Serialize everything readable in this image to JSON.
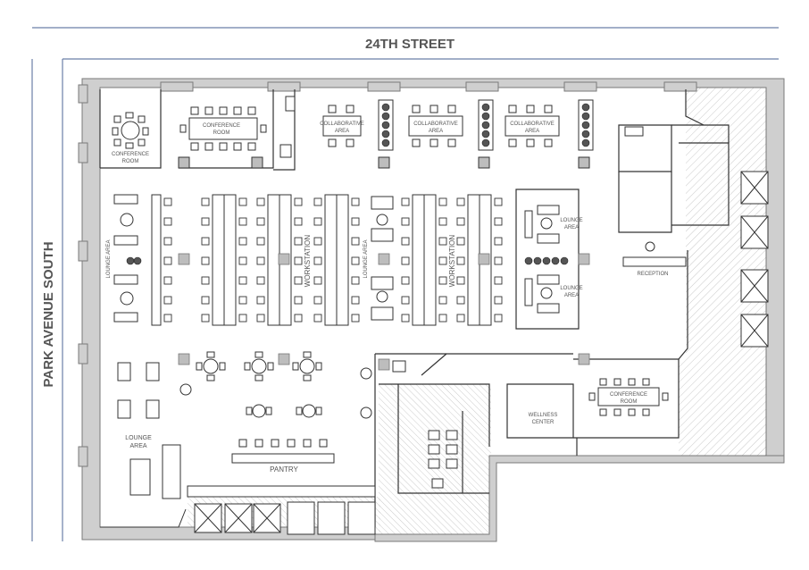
{
  "streets": {
    "north": "24TH STREET",
    "west": "PARK AVENUE SOUTH"
  },
  "rooms": {
    "conference_room_1": [
      "CONFERENCE",
      "ROOM"
    ],
    "conference_room_2": [
      "CONFERENCE",
      "ROOM"
    ],
    "conference_room_3": [
      "CONFERENCE",
      "ROOM"
    ],
    "collab_1": [
      "COLLABORATIVE",
      "AREA"
    ],
    "collab_2": [
      "COLLABORATIVE",
      "AREA"
    ],
    "collab_3": [
      "COLLABORATIVE",
      "AREA"
    ],
    "lounge_left_vertical": "LOUNGE AREA",
    "workstation_1": "WORKSTATION",
    "lounge_mid_vertical": "LOUNGE AREA",
    "workstation_2": "WORKSTATION",
    "lounge_right_1": [
      "LOUNGE",
      "AREA"
    ],
    "lounge_right_2": [
      "LOUNGE",
      "AREA"
    ],
    "reception": "RECEPTION",
    "lounge_bottom": [
      "LOUNGE",
      "AREA"
    ],
    "pantry": "PANTRY",
    "wellness": [
      "WELLNESS",
      "CENTER"
    ]
  },
  "colors": {
    "street_line": "#6b7fa8",
    "wall": "#c8c8c8",
    "wall_edge": "#7a7a7a",
    "line": "#333333",
    "hatch": "#bdbdbd",
    "label": "#555555"
  }
}
